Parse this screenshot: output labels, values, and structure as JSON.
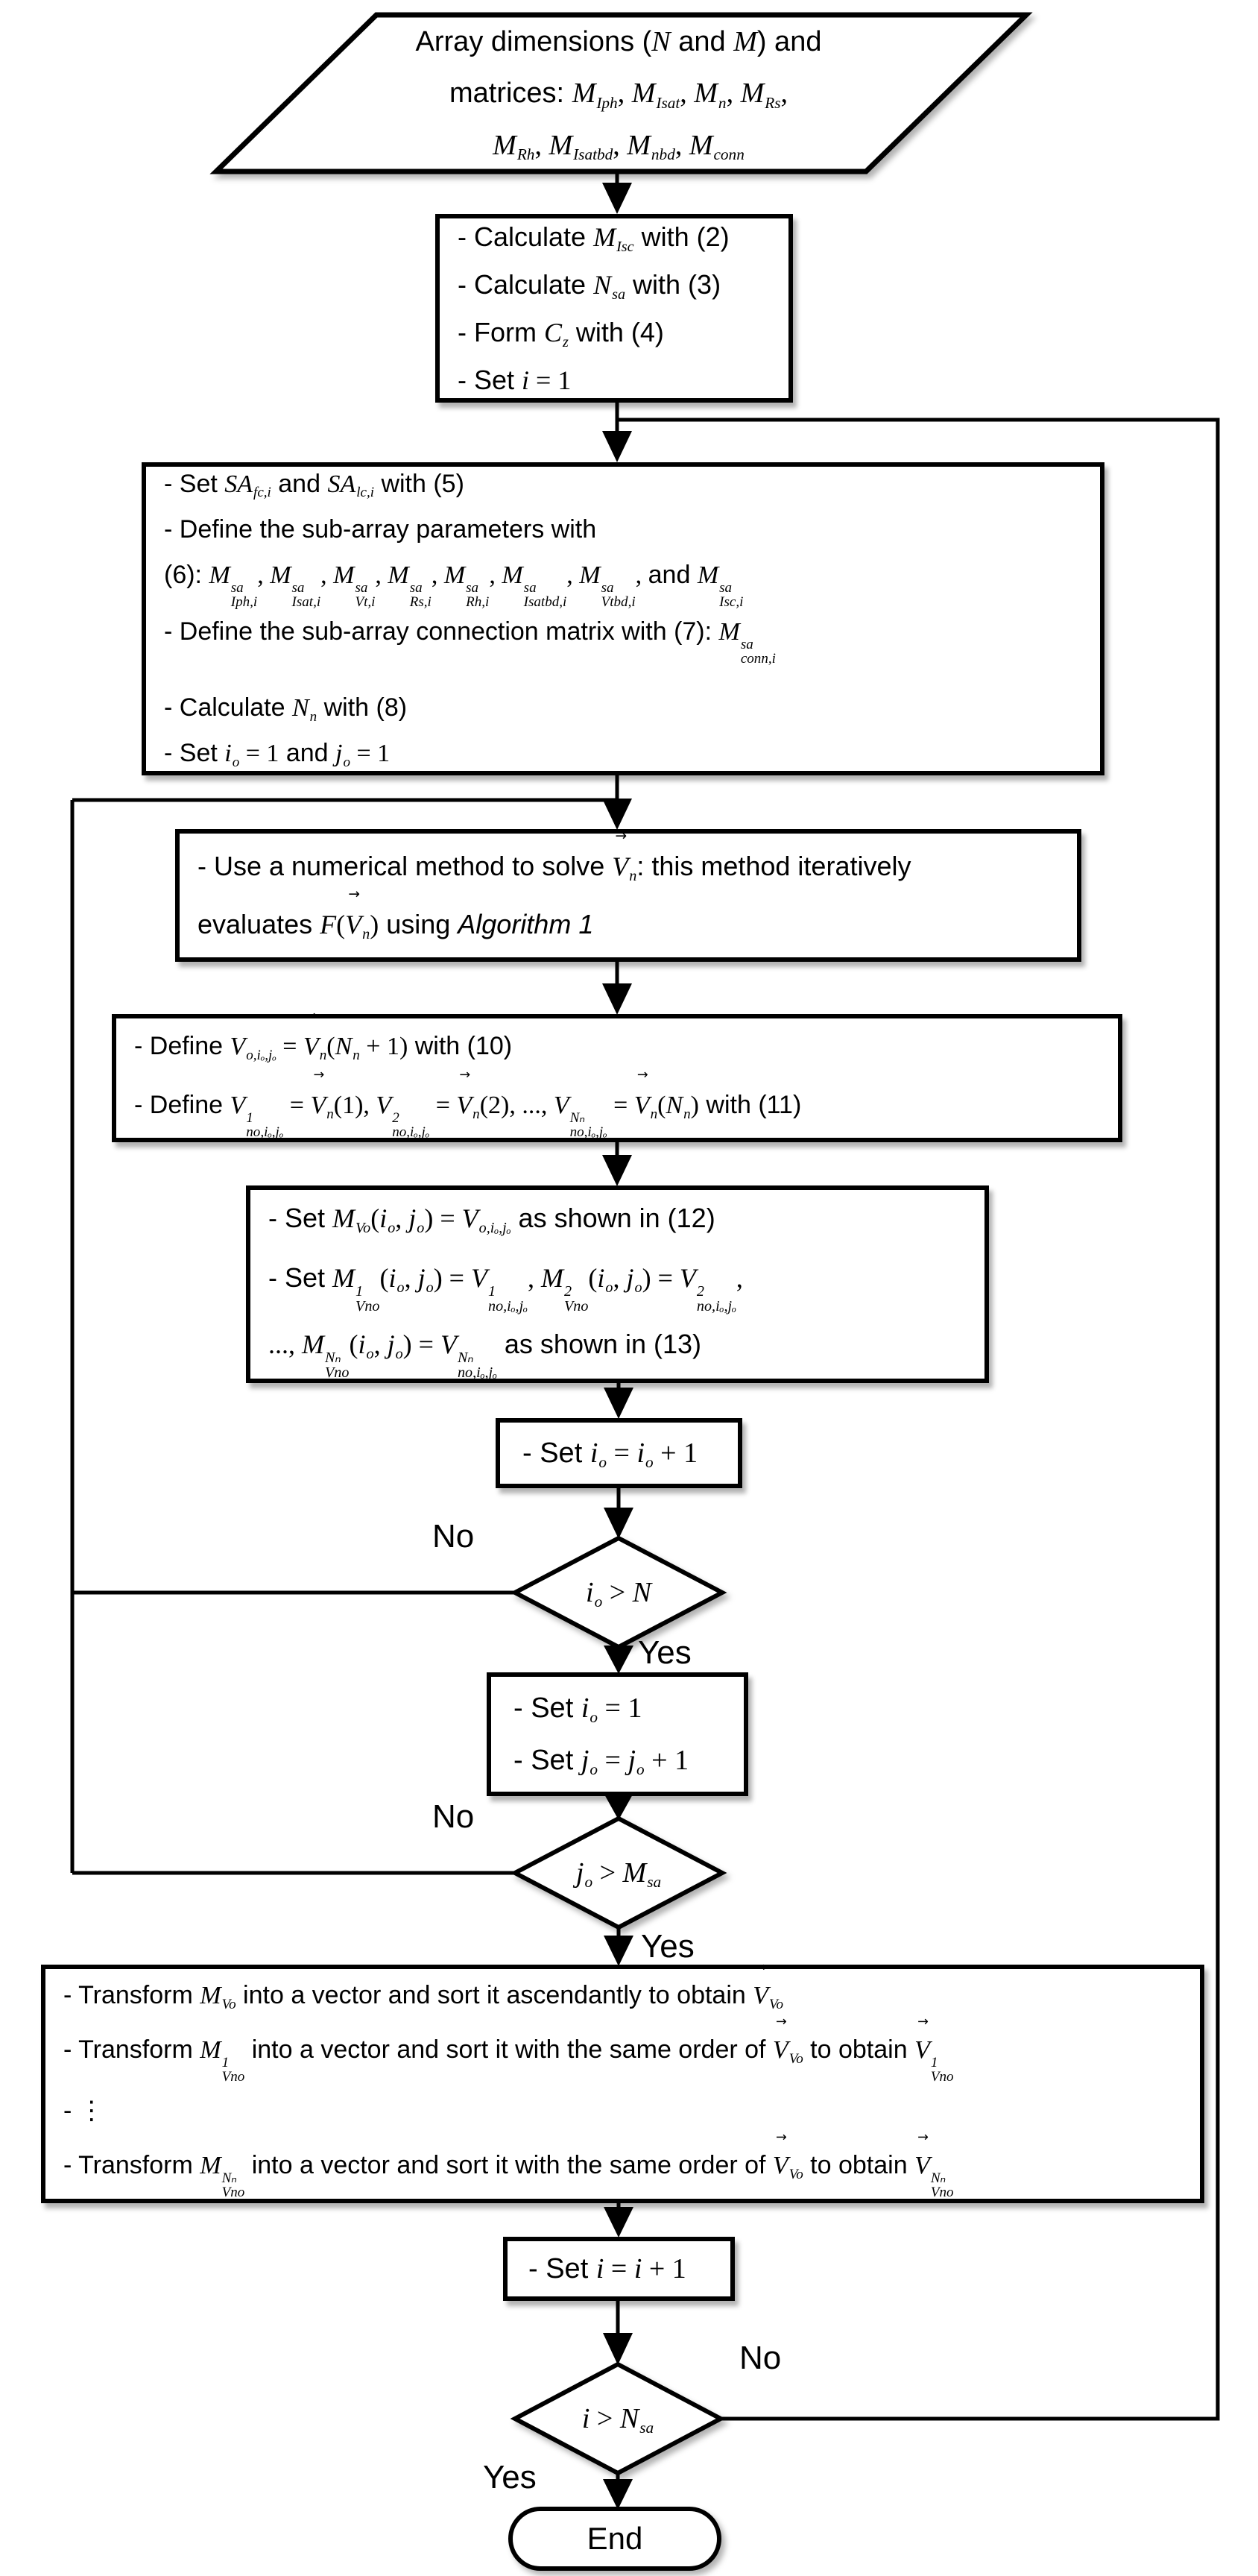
{
  "diagram": {
    "type": "flowchart",
    "colors": {
      "stroke": "#000000",
      "fill": "#ffffff",
      "text": "#000000",
      "shadow": "rgba(0,0,0,0.3)"
    },
    "nodes": {
      "input": {
        "kind": "io",
        "lines": [
          [
            {
              "s": "Array dimensions ("
            },
            {
              "m": "N"
            },
            {
              "s": " and "
            },
            {
              "m": "M"
            },
            {
              "s": ") and"
            }
          ],
          [
            {
              "s": "matrices: "
            },
            {
              "m": "M",
              "sub": "Iph"
            },
            {
              "r": ", "
            },
            {
              "m": "M",
              "sub": "Isat"
            },
            {
              "r": ", "
            },
            {
              "m": "M",
              "sub": "n"
            },
            {
              "r": ", "
            },
            {
              "m": "M",
              "sub": "Rs"
            },
            {
              "r": ","
            }
          ],
          [
            {
              "m": "M",
              "sub": "Rh"
            },
            {
              "r": ", "
            },
            {
              "m": "M",
              "sub": "Isatbd"
            },
            {
              "r": ", "
            },
            {
              "m": "M",
              "sub": "nbd"
            },
            {
              "r": ", "
            },
            {
              "m": "M",
              "sub": "conn"
            }
          ]
        ]
      },
      "init": {
        "kind": "process",
        "lines": [
          [
            {
              "s": "- Calculate "
            },
            {
              "m": "M",
              "sub": "Isc"
            },
            {
              "s": " with (2)"
            }
          ],
          [
            {
              "s": "- Calculate "
            },
            {
              "m": "N",
              "sub": "sa"
            },
            {
              "s": " with (3)"
            }
          ],
          [
            {
              "s": "- Form "
            },
            {
              "m": "C",
              "sub": "z"
            },
            {
              "s": " with (4)"
            }
          ],
          [
            {
              "s": "- Set "
            },
            {
              "m": "i"
            },
            {
              "r": " = 1"
            }
          ]
        ]
      },
      "subarray": {
        "kind": "process",
        "lines": [
          [
            {
              "s": "- Set "
            },
            {
              "m": "SA",
              "sub": "fc,i"
            },
            {
              "s": " and "
            },
            {
              "m": "SA",
              "sub": "lc,i"
            },
            {
              "s": " with (5)"
            }
          ],
          [
            {
              "s": "- Define the sub-array parameters with"
            }
          ],
          [
            {
              "s": "(6): "
            },
            {
              "m": "M",
              "sup": "sa",
              "sub": "Iph,i"
            },
            {
              "r": ", "
            },
            {
              "m": "M",
              "sup": "sa",
              "sub": "Isat,i"
            },
            {
              "r": ", "
            },
            {
              "m": "M",
              "sup": "sa",
              "sub": "Vt,i"
            },
            {
              "r": ", "
            },
            {
              "m": "M",
              "sup": "sa",
              "sub": "Rs,i"
            },
            {
              "r": ", "
            },
            {
              "m": "M",
              "sup": "sa",
              "sub": "Rh,i"
            },
            {
              "r": ", "
            },
            {
              "m": "M",
              "sup": "sa",
              "sub": "Isatbd,i"
            },
            {
              "r": ", "
            },
            {
              "m": "M",
              "sup": "sa",
              "sub": "Vtbd,i"
            },
            {
              "r": ", "
            },
            {
              "s": "and "
            },
            {
              "m": "M",
              "sup": "sa",
              "sub": "Isc,i"
            }
          ],
          [
            {
              "s": "- Define the sub-array connection matrix with (7): "
            },
            {
              "m": "M",
              "sup": "sa",
              "sub": "conn,i"
            }
          ],
          [
            {
              "s": "- Calculate "
            },
            {
              "m": "N",
              "sub": "n"
            },
            {
              "s": " with (8)"
            }
          ],
          [
            {
              "s": "- Set "
            },
            {
              "m": "i",
              "sub": "o"
            },
            {
              "r": " = 1"
            },
            {
              "s": " and "
            },
            {
              "m": "j",
              "sub": "o"
            },
            {
              "r": " = 1"
            }
          ]
        ]
      },
      "solve": {
        "kind": "process",
        "lines": [
          [
            {
              "s": "- Use a numerical method to solve "
            },
            {
              "m": "V",
              "vec": 1,
              "sub": "n"
            },
            {
              "s": ": this method iteratively"
            }
          ],
          [
            {
              "s": "evaluates "
            },
            {
              "m": "F"
            },
            {
              "r": "("
            },
            {
              "m": "V",
              "vec": 1,
              "sub": "n"
            },
            {
              "r": ")"
            },
            {
              "s": " using "
            },
            {
              "i": "Algorithm 1"
            }
          ]
        ]
      },
      "define_voltages": {
        "kind": "process",
        "lines": [
          [
            {
              "s": "- Define "
            },
            {
              "m": "V",
              "sub": "o,iₒ,jₒ"
            },
            {
              "r": " = "
            },
            {
              "m": "V",
              "vec": 1,
              "sub": "n"
            },
            {
              "r": "("
            },
            {
              "m": "N",
              "sub": "n"
            },
            {
              "r": " + 1)"
            },
            {
              "s": " with (10)"
            }
          ],
          [
            {
              "s": "- Define "
            },
            {
              "m": "V",
              "sup": "1",
              "sub": "no,iₒ,jₒ"
            },
            {
              "r": " = "
            },
            {
              "m": "V",
              "vec": 1,
              "sub": "n"
            },
            {
              "r": "(1), "
            },
            {
              "m": "V",
              "sup": "2",
              "sub": "no,iₒ,jₒ"
            },
            {
              "r": " = "
            },
            {
              "m": "V",
              "vec": 1,
              "sub": "n"
            },
            {
              "r": "(2), ..., "
            },
            {
              "m": "V",
              "sup": "Nₙ",
              "sub": "no,iₒ,jₒ"
            },
            {
              "r": " = "
            },
            {
              "m": "V",
              "vec": 1,
              "sub": "n"
            },
            {
              "r": "("
            },
            {
              "m": "N",
              "sub": "n"
            },
            {
              "r": ")"
            },
            {
              "s": " with (11)"
            }
          ]
        ]
      },
      "fill_matrices": {
        "kind": "process",
        "lines": [
          [
            {
              "s": "- Set "
            },
            {
              "m": "M",
              "sub": "Vo"
            },
            {
              "r": "("
            },
            {
              "m": "i",
              "sub": "o"
            },
            {
              "r": ", "
            },
            {
              "m": "j",
              "sub": "o"
            },
            {
              "r": ") = "
            },
            {
              "m": "V",
              "sub": "o,iₒ,jₒ"
            },
            {
              "s": " as shown in (12)"
            }
          ],
          [
            {
              "s": "- Set "
            },
            {
              "m": "M",
              "sup": "1",
              "sub": "Vno"
            },
            {
              "r": "("
            },
            {
              "m": "i",
              "sub": "o"
            },
            {
              "r": ", "
            },
            {
              "m": "j",
              "sub": "o"
            },
            {
              "r": ") = "
            },
            {
              "m": "V",
              "sup": "1",
              "sub": "no,iₒ,jₒ"
            },
            {
              "r": ", "
            },
            {
              "m": "M",
              "sup": "2",
              "sub": "Vno"
            },
            {
              "r": "("
            },
            {
              "m": "i",
              "sub": "o"
            },
            {
              "r": ", "
            },
            {
              "m": "j",
              "sub": "o"
            },
            {
              "r": ") = "
            },
            {
              "m": "V",
              "sup": "2",
              "sub": "no,iₒ,jₒ"
            },
            {
              "r": ","
            }
          ],
          [
            {
              "r": "..., "
            },
            {
              "m": "M",
              "sup": "Nₙ",
              "sub": "Vno"
            },
            {
              "r": "("
            },
            {
              "m": "i",
              "sub": "o"
            },
            {
              "r": ", "
            },
            {
              "m": "j",
              "sub": "o"
            },
            {
              "r": ") = "
            },
            {
              "m": "V",
              "sup": "Nₙ",
              "sub": "no,iₒ,jₒ"
            },
            {
              "s": " as shown in (13)"
            }
          ]
        ]
      },
      "inc_io": {
        "kind": "process",
        "lines": [
          [
            {
              "s": "- Set "
            },
            {
              "m": "i",
              "sub": "o"
            },
            {
              "r": " = "
            },
            {
              "m": "i",
              "sub": "o"
            },
            {
              "r": " + 1"
            }
          ]
        ]
      },
      "check_io": {
        "kind": "decision",
        "lines": [
          [
            {
              "m": "i",
              "sub": "o"
            },
            {
              "r": " > "
            },
            {
              "m": "N"
            }
          ]
        ]
      },
      "reset_io_inc_jo": {
        "kind": "process",
        "lines": [
          [
            {
              "s": "- Set "
            },
            {
              "m": "i",
              "sub": "o"
            },
            {
              "r": " = 1"
            }
          ],
          [
            {
              "s": "- Set "
            },
            {
              "m": "j",
              "sub": "o"
            },
            {
              "r": " = "
            },
            {
              "m": "j",
              "sub": "o"
            },
            {
              "r": " + 1"
            }
          ]
        ]
      },
      "check_jo": {
        "kind": "decision",
        "lines": [
          [
            {
              "m": "j",
              "sub": "o"
            },
            {
              "r": " > "
            },
            {
              "m": "M",
              "sub": "sa"
            }
          ]
        ]
      },
      "transform_sort": {
        "kind": "process",
        "lines": [
          [
            {
              "s": "- Transform "
            },
            {
              "m": "M",
              "sub": "Vo"
            },
            {
              "s": " into a vector and sort it ascendantly to obtain "
            },
            {
              "m": "V",
              "vec": 1,
              "sub": "Vo"
            }
          ],
          [
            {
              "s": "- Transform "
            },
            {
              "m": "M",
              "sup": "1",
              "sub": "Vno"
            },
            {
              "s": " into a vector and sort it with the same order of "
            },
            {
              "m": "V",
              "vec": 1,
              "sub": "Vo"
            },
            {
              "s": " to obtain "
            },
            {
              "m": "V",
              "vec": 1,
              "sup": "1",
              "sub": "Vno"
            }
          ],
          [
            {
              "s": "- "
            },
            {
              "r": "⋮"
            }
          ],
          [
            {
              "s": "- Transform "
            },
            {
              "m": "M",
              "sup": "Nₙ",
              "sub": "Vno"
            },
            {
              "s": " into a vector and sort it with the same order of "
            },
            {
              "m": "V",
              "vec": 1,
              "sub": "Vo"
            },
            {
              "s": " to obtain "
            },
            {
              "m": "V",
              "vec": 1,
              "sup": "Nₙ",
              "sub": "Vno"
            }
          ]
        ]
      },
      "inc_i": {
        "kind": "process",
        "lines": [
          [
            {
              "s": "- Set "
            },
            {
              "m": "i"
            },
            {
              "r": " = "
            },
            {
              "m": "i"
            },
            {
              "r": " + 1"
            }
          ]
        ]
      },
      "check_i": {
        "kind": "decision",
        "lines": [
          [
            {
              "m": "i"
            },
            {
              "r": " > "
            },
            {
              "m": "N",
              "sub": "sa"
            }
          ]
        ]
      },
      "end": {
        "kind": "terminator",
        "label": "End"
      }
    },
    "edge_labels": {
      "check_io_no": "No",
      "check_io_yes": "Yes",
      "check_jo_no": "No",
      "check_jo_yes": "Yes",
      "check_i_no": "No",
      "check_i_yes": "Yes"
    }
  }
}
